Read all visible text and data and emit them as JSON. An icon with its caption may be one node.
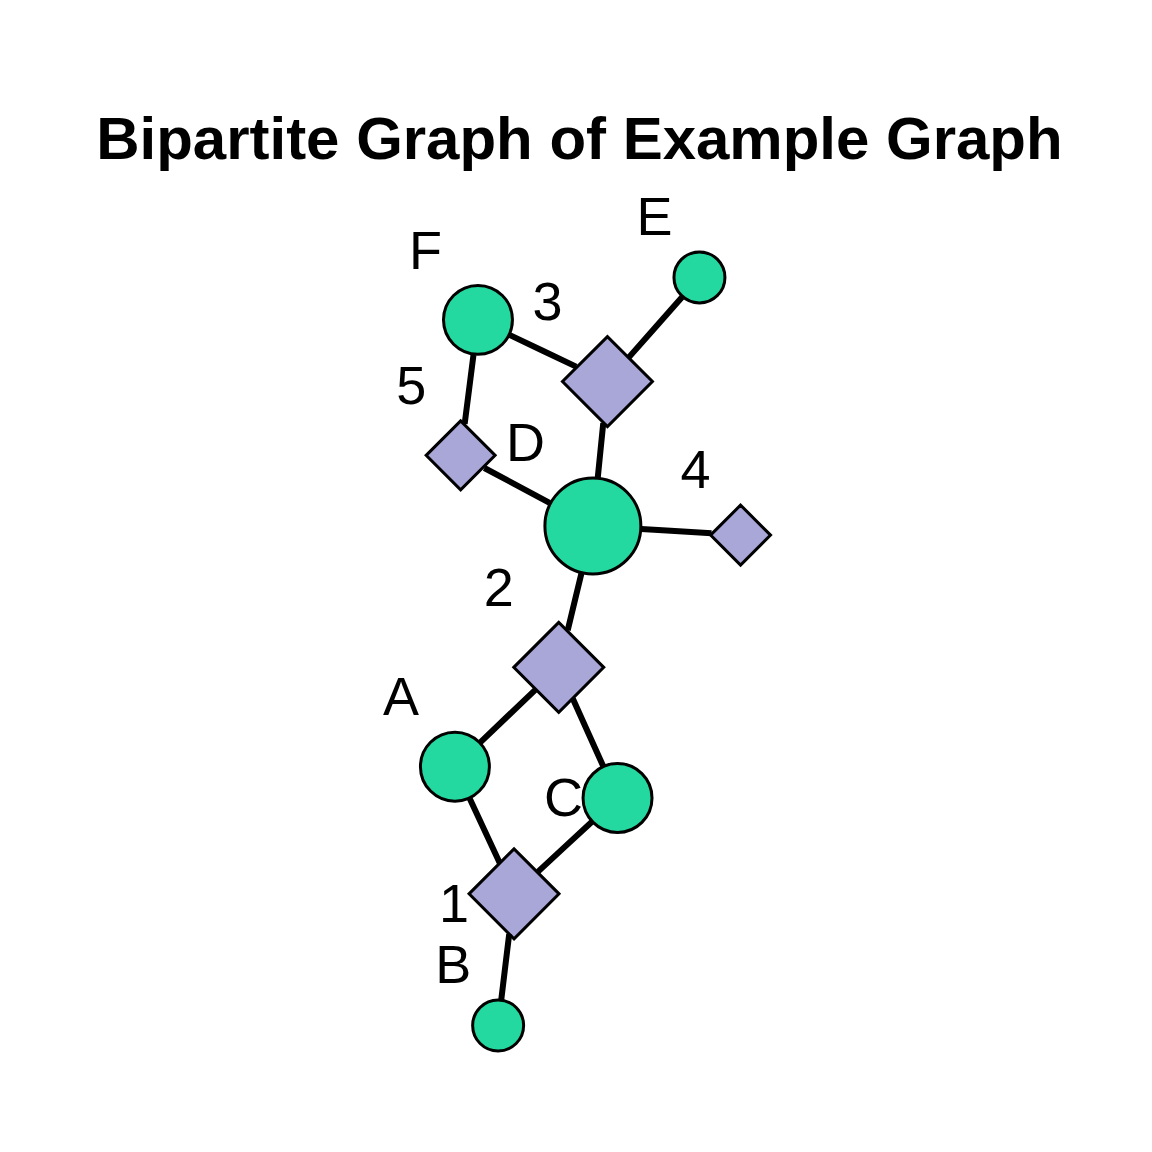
{
  "diagram": {
    "title": "Bipartite Graph of Example Graph",
    "nodes": [
      {
        "text": [
          "A"
        ]
      },
      {
        "text": [
          "B"
        ]
      },
      {
        "text": [
          "C"
        ]
      },
      {
        "text": [
          "D"
        ]
      },
      {
        "text": [
          "E"
        ]
      },
      {
        "text": [
          "F"
        ]
      },
      {
        "text": [
          "1"
        ]
      },
      {
        "text": [
          "2"
        ]
      },
      {
        "text": [
          "3"
        ]
      },
      {
        "text": [
          "4"
        ]
      },
      {
        "text": [
          "5"
        ]
      }
    ],
    "edges": [
      {
        "from": 0,
        "to": 6,
        "arrow": "none"
      },
      {
        "from": 0,
        "to": 7,
        "arrow": "none"
      },
      {
        "from": 6,
        "to": 1,
        "arrow": "none"
      },
      {
        "from": 6,
        "to": 2,
        "arrow": "none"
      },
      {
        "from": 2,
        "to": 7,
        "arrow": "none"
      },
      {
        "from": 7,
        "to": 3,
        "arrow": "none"
      },
      {
        "from": 3,
        "to": 9,
        "arrow": "none"
      },
      {
        "from": 3,
        "to": 10,
        "arrow": "none"
      },
      {
        "from": 3,
        "to": 8,
        "arrow": "none"
      },
      {
        "from": 8,
        "to": 4,
        "arrow": "none"
      },
      {
        "from": 8,
        "to": 5,
        "arrow": "none"
      },
      {
        "from": 10,
        "to": 5,
        "arrow": "none"
      }
    ]
  }
}
